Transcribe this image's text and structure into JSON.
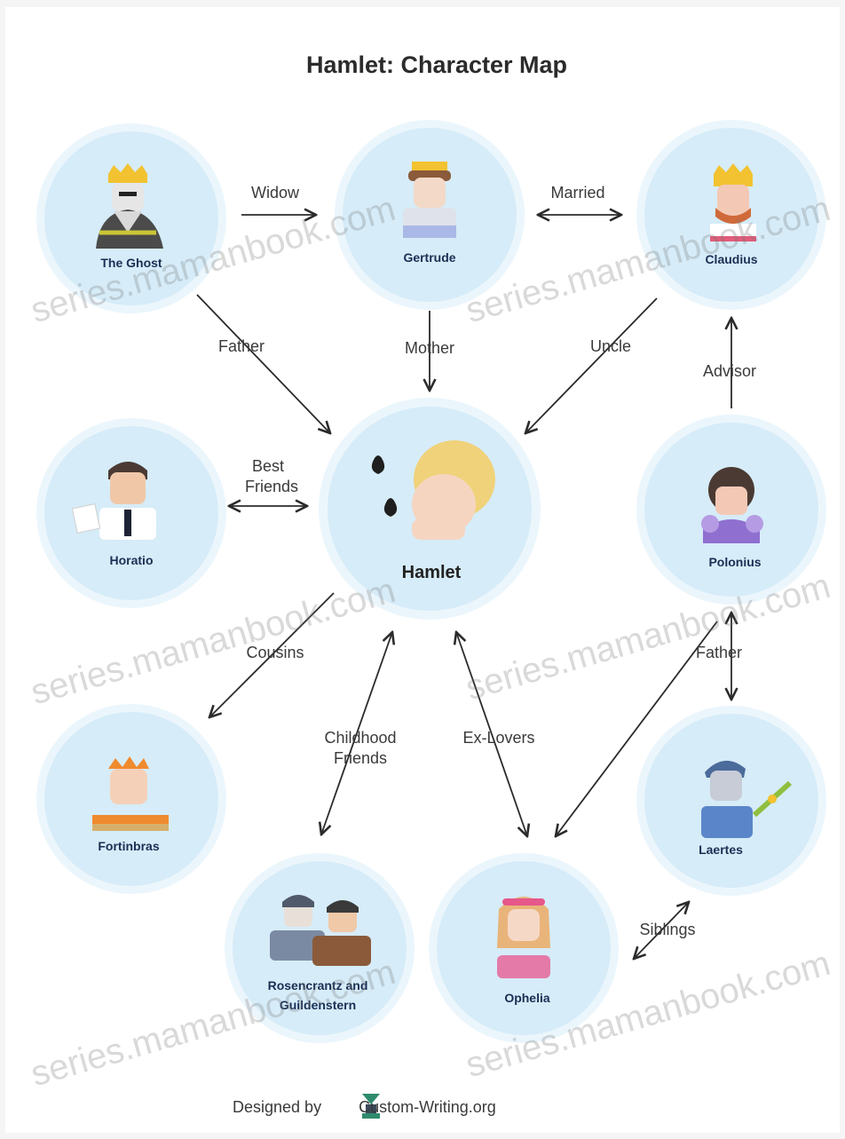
{
  "title": "Hamlet: Character Map",
  "characters": {
    "ghost": "The Ghost",
    "gertrude": "Gertrude",
    "claudius": "Claudius",
    "horatio": "Horatio",
    "hamlet": "Hamlet",
    "polonius": "Polonius",
    "fortinbras": "Fortinbras",
    "laertes": "Laertes",
    "rosencrantz_line1": "Rosencrantz and",
    "rosencrantz_line2": "Guildenstern",
    "ophelia": "Ophelia"
  },
  "relations": {
    "widow": "Widow",
    "married": "Married",
    "father_ghost": "Father",
    "mother": "Mother",
    "uncle": "Uncle",
    "advisor": "Advisor",
    "best_friends_line1": "Best",
    "best_friends_line2": "Friends",
    "cousins": "Cousins",
    "childhood_line1": "Childhood",
    "childhood_line2": "Friends",
    "ex_lovers": "Ex-Lovers",
    "father_polonius": "Father",
    "siblings": "Siblings"
  },
  "footer": {
    "designed_by": "Designed by",
    "brand": "Custom-Writing.org"
  },
  "watermark": "series.mamanbook.com",
  "colors": {
    "circle": "#d6ecf8",
    "circle_ring": "#ebf6fc",
    "name_text": "#1b2f54",
    "arrow": "#2b2b2b"
  }
}
